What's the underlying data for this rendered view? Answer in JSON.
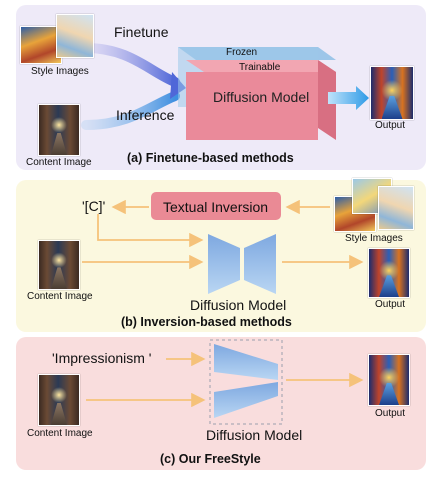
{
  "panel_a": {
    "style_images_label": "Style Images",
    "content_image_label": "Content Image",
    "finetune_label": "Finetune",
    "inference_label": "Inference",
    "frozen_label": "Frozen",
    "trainable_label": "Trainable",
    "model_label": "Diffusion Model",
    "output_label": "Output",
    "caption": "(a) Finetune-based methods"
  },
  "panel_b": {
    "token_label": "'[C]'",
    "textual_inversion_label": "Textual Inversion",
    "style_images_label": "Style Images",
    "content_image_label": "Content Image",
    "model_label": "Diffusion Model",
    "output_label": "Output",
    "caption": "(b) Inversion-based methods"
  },
  "panel_c": {
    "prompt_label": "'Impressionism '",
    "content_image_label": "Content Image",
    "model_label": "Diffusion Model",
    "output_label": "Output",
    "caption": "(c) Our FreeStyle"
  },
  "colors": {
    "panel_a_bg": "#eeeaf8",
    "panel_b_bg": "#fbf8df",
    "panel_c_bg": "#f9dddd",
    "trainable_box": "#ea8a9a",
    "frozen_box": "#8ec0e6",
    "textual_inversion_box": "#ea8a95",
    "unet_blue": "#8fb8e6",
    "arrow_orange": "#f5c27a"
  }
}
